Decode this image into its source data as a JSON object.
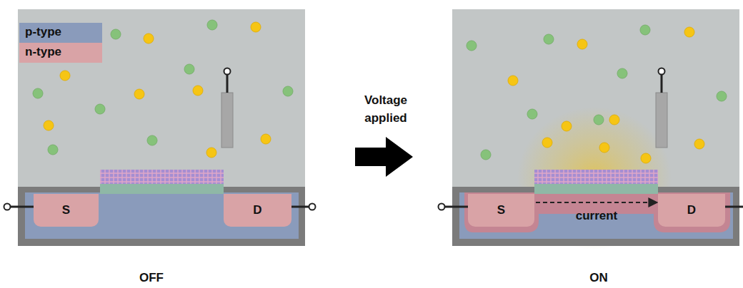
{
  "diagram": {
    "nodes": [
      {
        "text": [
          "S"
        ]
      },
      {
        "text": [
          "D"
        ]
      },
      {
        "text": [
          "S"
        ]
      },
      {
        "text": [
          "D"
        ]
      }
    ],
    "edges": [
      {
        "from": 2,
        "to": 3,
        "label": "current",
        "arrow": "to"
      }
    ],
    "labels": [
      "Voltage applied",
      "OFF",
      "ON"
    ],
    "legend": [
      {
        "text": "p-type",
        "color": "#8a9bbb"
      },
      {
        "text": "n-type",
        "color": "#d9a3a6"
      }
    ]
  }
}
